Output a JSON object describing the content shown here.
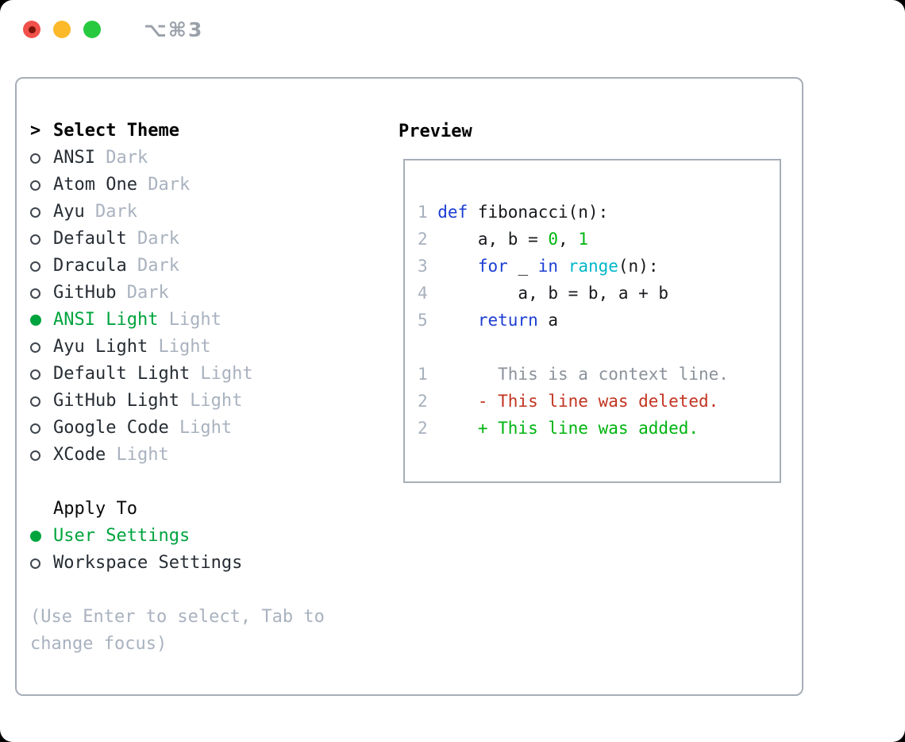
{
  "window": {
    "shortcut": "⌥⌘3"
  },
  "traffic_lights": {
    "close_color": "#f1514a",
    "close_inner_dot_color": "#7a1408",
    "minimize_color": "#fcb929",
    "zoom_color": "#27c93f"
  },
  "theme_selector": {
    "prompt": ">",
    "title": "Select Theme",
    "items": [
      {
        "name": "ANSI",
        "variant": "Dark",
        "selected": false
      },
      {
        "name": "Atom One",
        "variant": "Dark",
        "selected": false
      },
      {
        "name": "Ayu",
        "variant": "Dark",
        "selected": false
      },
      {
        "name": "Default",
        "variant": "Dark",
        "selected": false
      },
      {
        "name": "Dracula",
        "variant": "Dark",
        "selected": false
      },
      {
        "name": "GitHub",
        "variant": "Dark",
        "selected": false
      },
      {
        "name": "ANSI Light",
        "variant": "Light",
        "selected": true
      },
      {
        "name": "Ayu Light",
        "variant": "Light",
        "selected": false
      },
      {
        "name": "Default Light",
        "variant": "Light",
        "selected": false
      },
      {
        "name": "GitHub Light",
        "variant": "Light",
        "selected": false
      },
      {
        "name": "Google Code",
        "variant": "Light",
        "selected": false
      },
      {
        "name": "XCode",
        "variant": "Light",
        "selected": false
      }
    ]
  },
  "apply_to": {
    "title": "Apply To",
    "options": [
      {
        "label": "User Settings",
        "selected": true
      },
      {
        "label": "Workspace Settings",
        "selected": false
      }
    ]
  },
  "hint": "(Use Enter to select, Tab to change focus)",
  "preview": {
    "title": "Preview",
    "lines": [
      {
        "n": "1",
        "tokens": [
          [
            "kw",
            "def"
          ],
          [
            "pl",
            " fibonacci(n):"
          ]
        ]
      },
      {
        "n": "2",
        "tokens": [
          [
            "pl",
            "    a, b = "
          ],
          [
            "lit",
            "0"
          ],
          [
            "pl",
            ", "
          ],
          [
            "lit",
            "1"
          ]
        ]
      },
      {
        "n": "3",
        "tokens": [
          [
            "pl",
            "    "
          ],
          [
            "kw",
            "for"
          ],
          [
            "pl",
            " _ "
          ],
          [
            "kw",
            "in"
          ],
          [
            "pl",
            " "
          ],
          [
            "fn",
            "range"
          ],
          [
            "pl",
            "(n):"
          ]
        ]
      },
      {
        "n": "4",
        "tokens": [
          [
            "pl",
            "        a, b = b, a + b"
          ]
        ]
      },
      {
        "n": "5",
        "tokens": [
          [
            "pl",
            "    "
          ],
          [
            "kw",
            "return"
          ],
          [
            "pl",
            " a"
          ]
        ]
      },
      {
        "n": "",
        "tokens": []
      },
      {
        "n": "1",
        "tokens": [
          [
            "ctx",
            "      This is a context line."
          ]
        ]
      },
      {
        "n": "2",
        "tokens": [
          [
            "del",
            "    - This line was deleted."
          ]
        ]
      },
      {
        "n": "2",
        "tokens": [
          [
            "add",
            "    + This line was added."
          ]
        ]
      }
    ]
  },
  "colors": {
    "selection_green": "#00a43e",
    "keyword_blue": "#1c3ed3",
    "builtin_cyan": "#00b7c9",
    "literal_green": "#00b410",
    "deleted_red": "#c23420",
    "added_green": "#00b410",
    "muted_gray": "#a9b2bf",
    "line_number_gray": "#a7b0bd",
    "context_gray": "#8b929b",
    "panel_border": "#a7aeb8",
    "text_dark": "#272d34"
  }
}
